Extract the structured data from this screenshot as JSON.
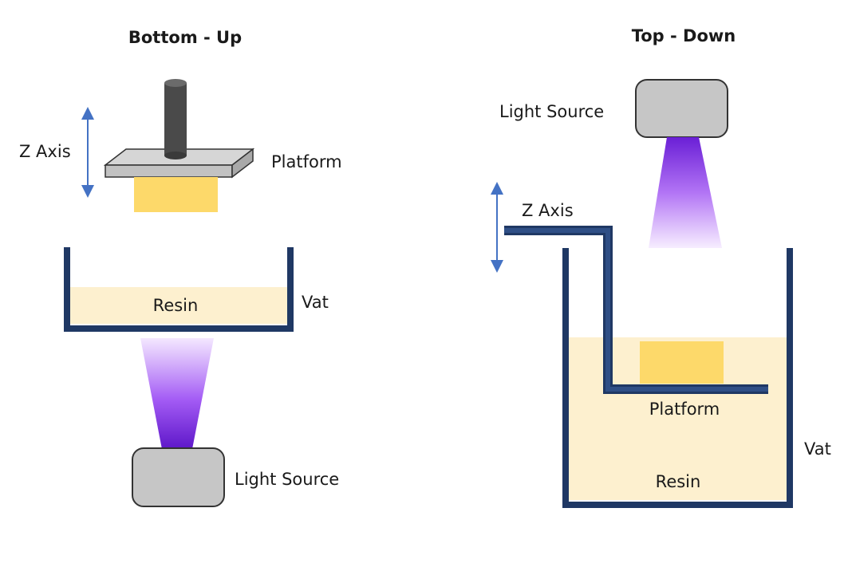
{
  "bottom_up": {
    "title": "Bottom - Up",
    "z_axis": "Z Axis",
    "platform": "Platform",
    "resin": "Resin",
    "vat": "Vat",
    "light_source": "Light Source"
  },
  "top_down": {
    "title": "Top - Down",
    "z_axis": "Z Axis",
    "platform": "Platform",
    "resin": "Resin",
    "vat": "Vat",
    "light_source": "Light Source"
  },
  "colors": {
    "vat_wall": "#1f3864",
    "resin_fill": "#fdf0cf",
    "printed_part": "#fdd96a",
    "platform_gray": "#c9c9c9",
    "light_source_gray": "#c6c6c6",
    "rod": "#4a4a4a",
    "uv_light": "#7b2ff7",
    "axis_arrow": "#4472c4"
  }
}
